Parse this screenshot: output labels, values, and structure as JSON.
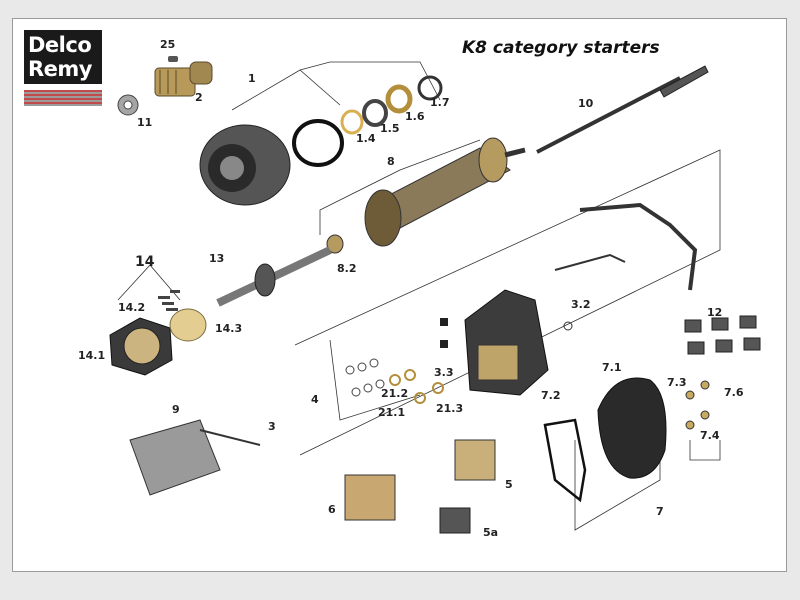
{
  "brand": {
    "line1": "Delco",
    "line2": "Remy"
  },
  "title": "K8 category starters",
  "callouts": {
    "c25": "25",
    "c1": "1",
    "c2": "2",
    "c11": "11",
    "c14_first": "1.4",
    "c15": "1.5",
    "c16": "1.6",
    "c17": "1.7",
    "c10": "10",
    "c8": "8",
    "c82": "8.2",
    "c13": "13",
    "c14": "14",
    "c142": "14.2",
    "c143": "14.3",
    "c141": "14.1",
    "c12": "12",
    "c32": "3.2",
    "c33": "3.3",
    "c4": "4",
    "c3": "3",
    "c212": "21.2",
    "c211": "21.1",
    "c213": "21.3",
    "c72": "7.2",
    "c71": "7.1",
    "c73": "7.3",
    "c76": "7.6",
    "c74": "7.4",
    "c7": "7",
    "c9": "9",
    "c6": "6",
    "c5": "5",
    "c5a": "5a"
  },
  "colors": {
    "brand_black": "#1a1a1a",
    "brand_red": "#c24a4a",
    "frame": "#9a9a9a"
  },
  "icons": [
    "logo-icon"
  ]
}
